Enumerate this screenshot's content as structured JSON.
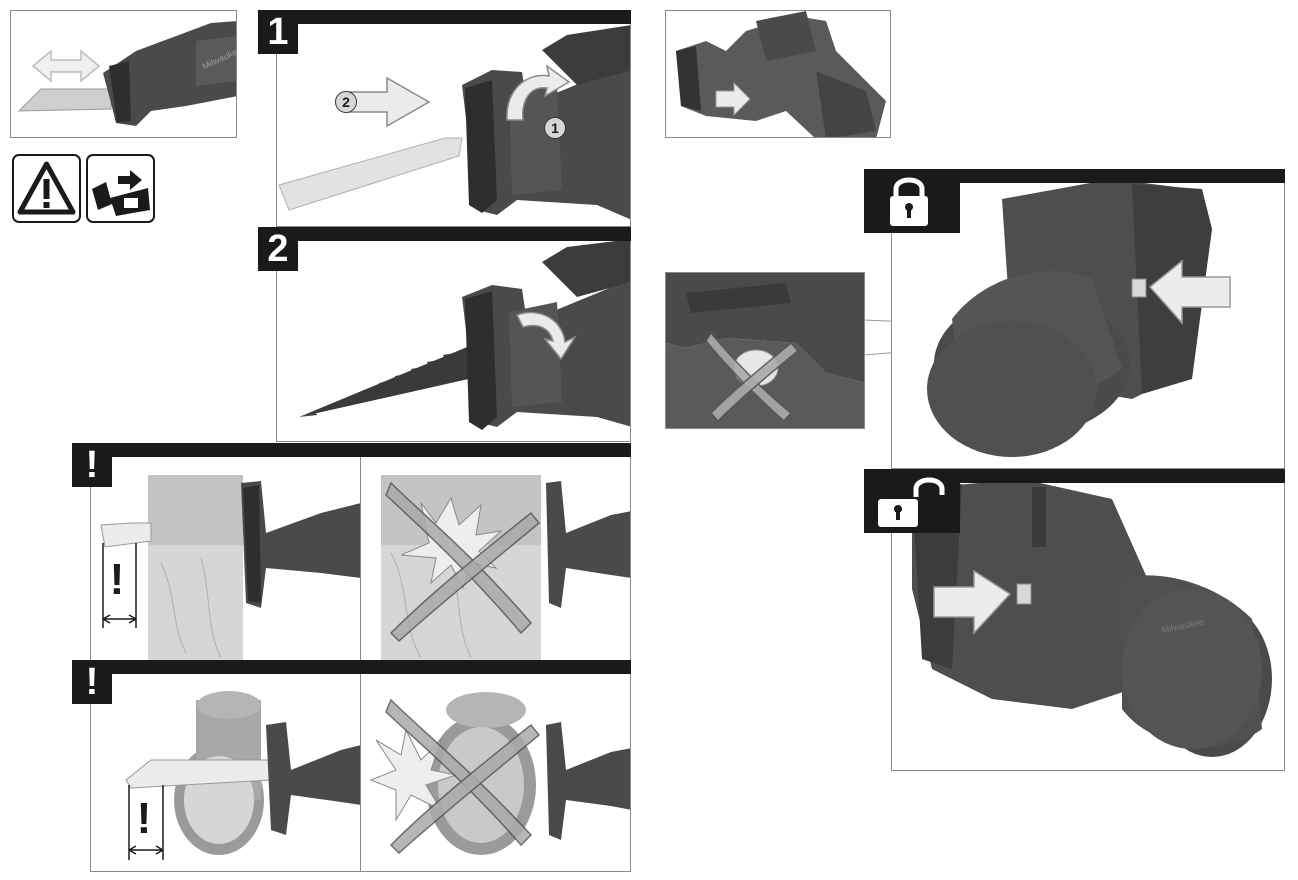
{
  "steps": [
    {
      "number": "1",
      "callouts": [
        "2",
        "1"
      ]
    },
    {
      "number": "2"
    }
  ],
  "warnings": [
    {
      "symbol": "!",
      "inline_symbol": "!"
    },
    {
      "symbol": "!",
      "inline_symbol": "!"
    }
  ],
  "brand_mark": "Milwaukee",
  "icons": {
    "warning": "warning-triangle-icon",
    "read_manual": "read-manual-icon",
    "locked": "padlock-locked-icon",
    "unlocked": "padlock-unlocked-icon"
  },
  "colors": {
    "tool_body": "#4a4a4a",
    "tool_dark": "#2e2e2e",
    "arrow_fill": "#e2e2e2",
    "header_bar": "#1a1a1a",
    "wood": "#cfcfcf"
  }
}
